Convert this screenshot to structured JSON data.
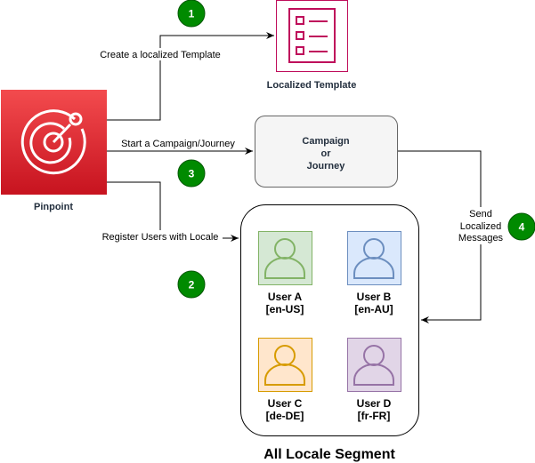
{
  "pinpoint": {
    "label": "Pinpoint",
    "color": "#dd3439"
  },
  "template": {
    "label": "Localized Template",
    "color": "#bf0d5b"
  },
  "campaign": {
    "line1": "Campaign",
    "line2": "or",
    "line3": "Journey"
  },
  "edges": {
    "create": "Create a localized Template",
    "start": "Start a Campaign/Journey",
    "register": "Register Users with Locale",
    "send1": "Send",
    "send2": "Localized",
    "send3": "Messages"
  },
  "steps": [
    "1",
    "2",
    "3",
    "4"
  ],
  "segment": {
    "title": "All Locale Segment"
  },
  "users": [
    {
      "name": "User A",
      "locale": "[en-US]",
      "fill": "#d5e8d4",
      "stroke": "#82b366"
    },
    {
      "name": "User B",
      "locale": "[en-AU]",
      "fill": "#dae8fc",
      "stroke": "#6c8ebf"
    },
    {
      "name": "User C",
      "locale": "[de-DE]",
      "fill": "#ffe6cc",
      "stroke": "#d79b00"
    },
    {
      "name": "User D",
      "locale": "[fr-FR]",
      "fill": "#e1d5e7",
      "stroke": "#9673a6"
    }
  ]
}
